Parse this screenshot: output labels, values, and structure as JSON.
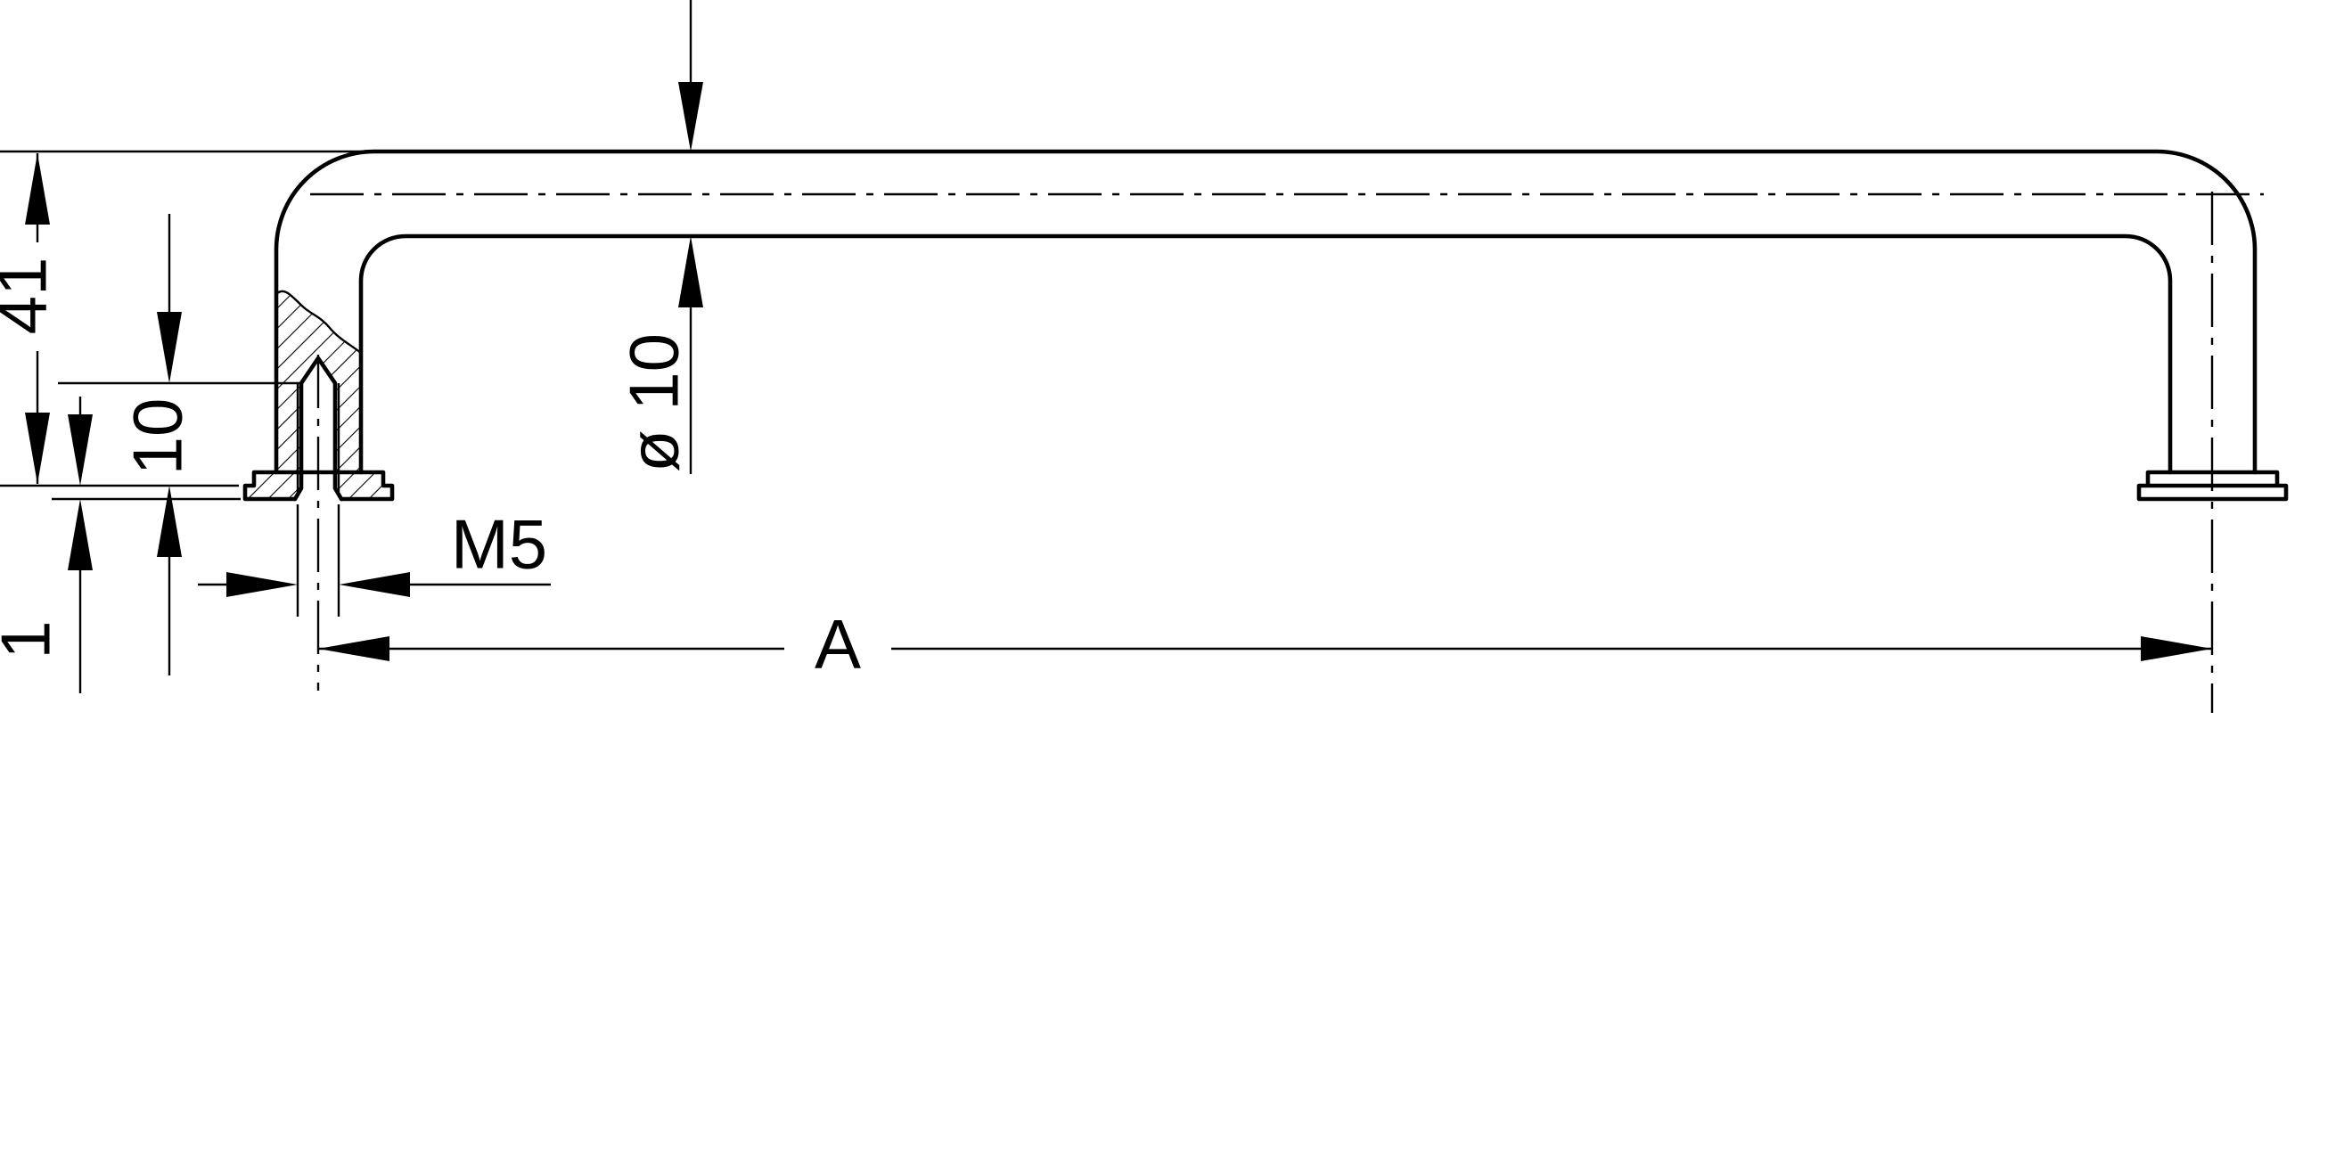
{
  "drawing": {
    "type": "technical-drawing",
    "subject": "U-shaped pull handle, side view with sectioned left leg",
    "colors": {
      "line": "#000000",
      "background": "#ffffff"
    },
    "labels": {
      "total_height": "41",
      "thread_depth": "10",
      "flange_thickness": "1",
      "tube_diameter": "ø 10",
      "thread_size": "M5",
      "center_distance": "A"
    }
  }
}
